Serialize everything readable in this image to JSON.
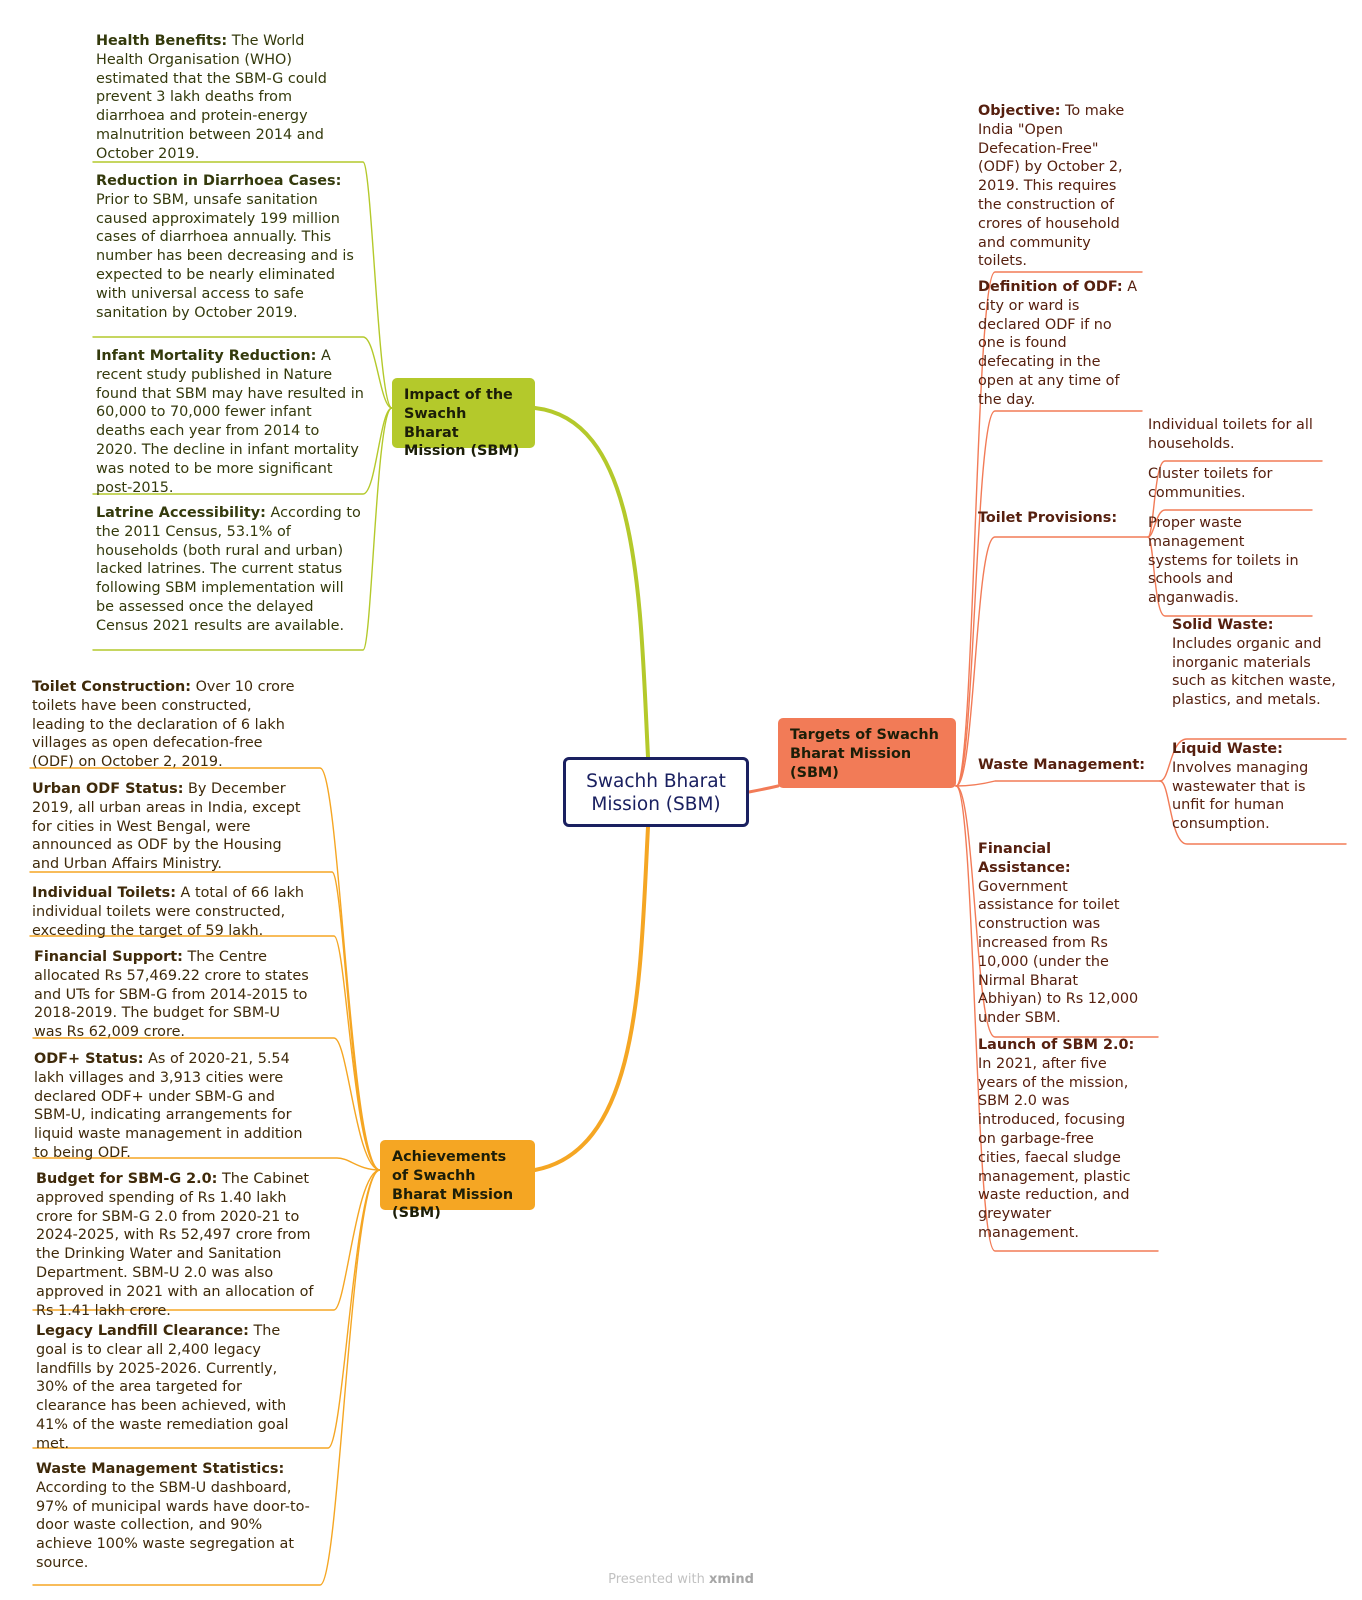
{
  "root": {
    "title": "Swachh Bharat Mission (SBM)"
  },
  "colors": {
    "impact": "#b4c92b",
    "achievements": "#f5a623",
    "targets": "#f27b57",
    "root_border": "#1a2060"
  },
  "impact": {
    "title": "Impact of the Swachh Bharat Mission (SBM)",
    "items": [
      {
        "label": "Health Benefits:",
        "text": "The World Health Organisation (WHO) estimated that the SBM-G could prevent 3 lakh deaths from diarrhoea and protein-energy malnutrition between 2014 and October 2019."
      },
      {
        "label": "Reduction in Diarrhoea Cases:",
        "text": "Prior to SBM, unsafe sanitation caused approximately 199 million cases of diarrhoea annually. This number has been decreasing and is expected to be nearly eliminated with universal access to safe sanitation by October 2019."
      },
      {
        "label": "Infant Mortality Reduction:",
        "text": "A recent study published in Nature found that SBM may have resulted in 60,000 to 70,000 fewer infant deaths each year from 2014 to 2020. The decline in infant mortality was noted to be more significant post-2015."
      },
      {
        "label": "Latrine Accessibility:",
        "text": "According to the 2011 Census, 53.1% of households (both rural and urban) lacked latrines. The current status following SBM implementation will be assessed once the delayed Census 2021 results are available."
      }
    ]
  },
  "achievements": {
    "title": "Achievements of Swachh Bharat Mission (SBM)",
    "items": [
      {
        "label": "Toilet Construction:",
        "text": "Over 10 crore toilets have been constructed, leading to the declaration of 6 lakh villages as open defecation-free (ODF) on October 2, 2019."
      },
      {
        "label": "Urban ODF Status:",
        "text": "By December 2019, all urban areas in India, except for cities in West Bengal, were announced as ODF by the Housing and Urban Affairs Ministry."
      },
      {
        "label": "Individual Toilets:",
        "text": "A total of 66 lakh individual toilets were constructed, exceeding the target of 59 lakh."
      },
      {
        "label": "Financial Support:",
        "text": "The Centre allocated Rs 57,469.22 crore to states and UTs for SBM-G from 2014-2015 to 2018-2019. The budget for SBM-U was Rs 62,009 crore."
      },
      {
        "label": "ODF+ Status:",
        "text": "As of 2020-21, 5.54 lakh villages and 3,913 cities were declared ODF+ under SBM-G and SBM-U, indicating arrangements for liquid waste management in addition to being ODF."
      },
      {
        "label": "Budget for SBM-G 2.0:",
        "text": "The Cabinet approved spending of Rs 1.40 lakh crore for SBM-G 2.0 from 2020-21 to 2024-2025, with Rs 52,497 crore from the Drinking Water and Sanitation Department. SBM-U 2.0 was also approved in 2021 with an allocation of Rs 1.41 lakh crore."
      },
      {
        "label": "Legacy Landfill Clearance:",
        "text": "The goal is to clear all 2,400 legacy landfills by 2025-2026. Currently, 30% of the area targeted for clearance has been achieved, with 41% of the waste remediation goal met."
      },
      {
        "label": "Waste Management Statistics:",
        "text": "According to the SBM-U dashboard, 97% of municipal wards have door-to-door waste collection, and 90% achieve 100% waste segregation at source."
      }
    ]
  },
  "targets": {
    "title": "Targets of Swachh Bharat Mission (SBM)",
    "objective": {
      "label": "Objective:",
      "text": "To make India \"Open Defecation-Free\" (ODF) by October 2, 2019. This requires the construction of crores of household and community toilets."
    },
    "definition": {
      "label": "Definition of ODF:",
      "text": "A city or ward is declared ODF if no one is found defecating in the open at any time of the day."
    },
    "toilet_provisions": {
      "label": "Toilet Provisions:",
      "items": [
        "Individual toilets for all households.",
        "Cluster toilets for communities.",
        "Proper waste management systems for toilets in schools and anganwadis."
      ]
    },
    "waste_management": {
      "label": "Waste Management:",
      "items": [
        {
          "label": "Solid Waste:",
          "text": "Includes organic and inorganic materials such as kitchen waste, plastics, and metals."
        },
        {
          "label": "Liquid Waste:",
          "text": "Involves managing wastewater that is unfit for human consumption."
        }
      ]
    },
    "financial": {
      "label": "Financial Assistance:",
      "text": "Government assistance for toilet construction was increased from Rs 10,000 (under the Nirmal Bharat Abhiyan) to Rs 12,000 under SBM."
    },
    "launch": {
      "label": "Launch of SBM 2.0:",
      "text": "In 2021, after five years of the mission, SBM 2.0 was introduced, focusing on garbage-free cities, faecal sludge management, plastic waste reduction, and greywater management."
    }
  },
  "footer": {
    "prefix": "Presented with",
    "brand": "xmind"
  }
}
